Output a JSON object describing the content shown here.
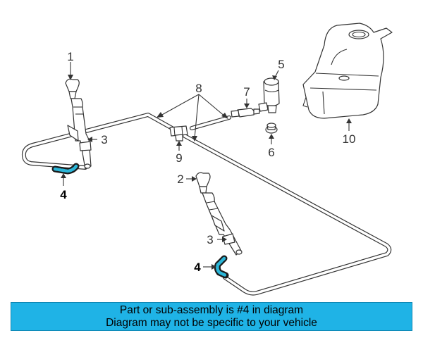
{
  "callouts": {
    "c1": "1",
    "c2": "2",
    "c3a": "3",
    "c3b": "3",
    "c4a": "4",
    "c4b": "4",
    "c5": "5",
    "c6": "6",
    "c7": "7",
    "c8": "8",
    "c9": "9",
    "c10": "10"
  },
  "banner": {
    "line1": "Part or sub-assembly is #4 in diagram",
    "line2": "Diagram may not be specific to your vehicle"
  },
  "colors": {
    "highlight": "#2bb6d8",
    "banner_bg": "#1fb3e6"
  }
}
